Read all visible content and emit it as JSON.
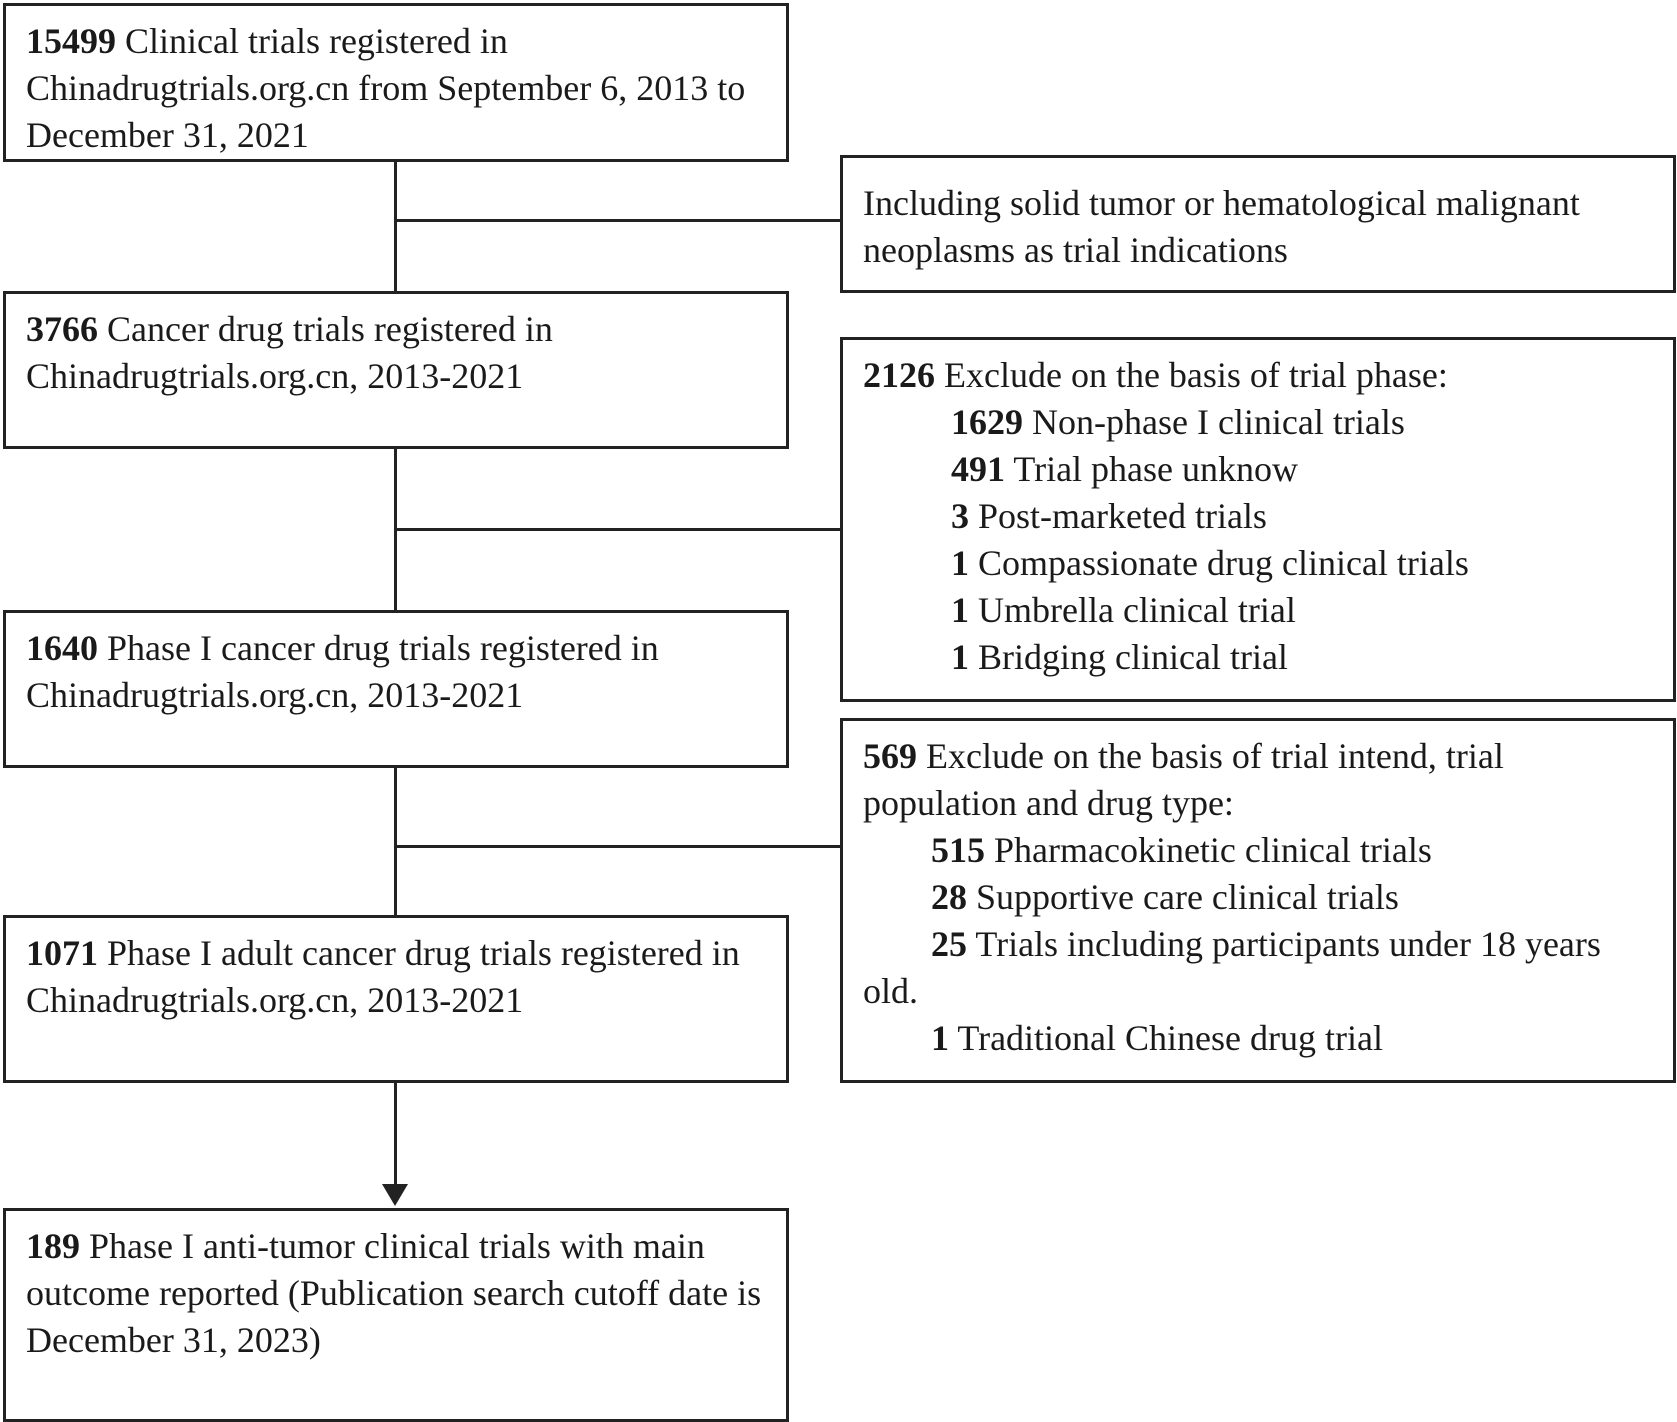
{
  "boxes": {
    "box1": {
      "count": "15499",
      "text": " Clinical trials registered in Chinadrugtrials.org.cn from September 6, 2013 to December 31, 2021"
    },
    "box2": {
      "count": "3766",
      "text": " Cancer drug trials registered in Chinadrugtrials.org.cn, 2013-2021"
    },
    "box3": {
      "count": "1640",
      "text": " Phase I cancer drug trials registered in Chinadrugtrials.org.cn, 2013-2021"
    },
    "box4": {
      "count": "1071",
      "text": " Phase I adult cancer drug trials registered in Chinadrugtrials.org.cn, 2013-2021"
    },
    "box5": {
      "count": "189",
      "text": " Phase I anti-tumor clinical trials with main outcome reported (Publication search cutoff date is December 31, 2023)"
    }
  },
  "side": {
    "inclusion": {
      "text": "Including solid tumor or hematological malignant neoplasms as trial indications"
    },
    "phase_exclusion": {
      "count": "2126",
      "text": " Exclude on the basis of trial phase:",
      "items": [
        {
          "count": "1629",
          "text": " Non-phase I clinical trials"
        },
        {
          "count": "491",
          "text": " Trial phase unknow"
        },
        {
          "count": "3",
          "text": " Post-marketed trials"
        },
        {
          "count": "1",
          "text": " Compassionate drug clinical trials"
        },
        {
          "count": "1",
          "text": " Umbrella clinical trial"
        },
        {
          "count": "1",
          "text": " Bridging clinical trial"
        }
      ]
    },
    "intent_exclusion": {
      "count": "569",
      "text": " Exclude on the basis of trial intend, trial population and drug type:",
      "items": [
        {
          "count": "515",
          "text": " Pharmacokinetic clinical trials"
        },
        {
          "count": "28",
          "text": " Supportive care clinical trials"
        },
        {
          "count": "25",
          "text": " Trials including participants under 18 years old."
        },
        {
          "count": "1",
          "text": " Traditional Chinese drug trial"
        }
      ]
    }
  }
}
